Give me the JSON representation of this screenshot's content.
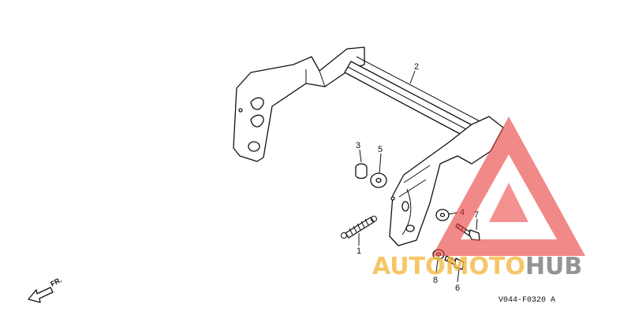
{
  "callouts": {
    "c1": "1",
    "c2": "2",
    "c3": "3",
    "c4": "4",
    "c5": "5",
    "c6": "6",
    "c7": "7",
    "c8": "8"
  },
  "direction_label": "FR.",
  "diagram_code": "V044-F0320",
  "diagram_code_suffix": "A",
  "watermark": {
    "part1": "AUTO",
    "part2": "MOTO",
    "part3": "HUB",
    "color_orange": "#f5b840",
    "color_grey": "#7a7a7a",
    "color_red": "#e83a3a"
  }
}
